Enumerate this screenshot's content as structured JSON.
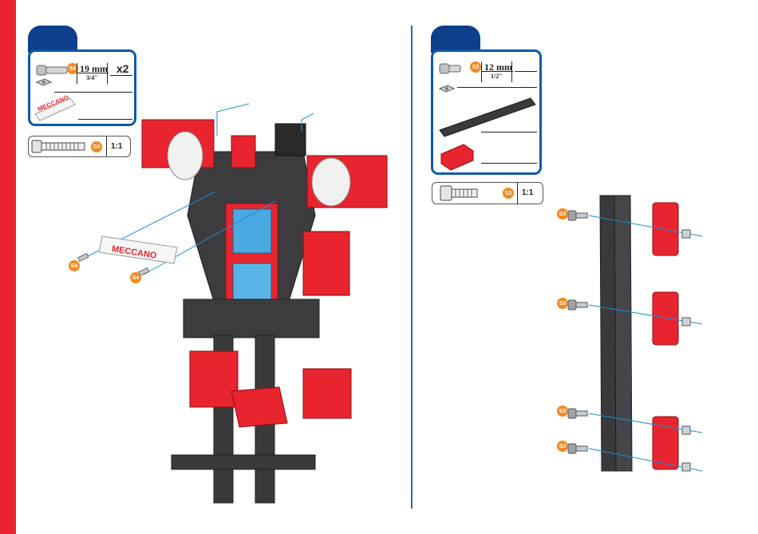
{
  "left": {
    "parts": {
      "bolt_length_mm": "19 mm",
      "bolt_length_in": "3/4\"",
      "quantity": "x2",
      "bolt_code": "S4",
      "nameplate_text": "MECCANO"
    },
    "scale": {
      "code": "S4",
      "label": "1:1"
    },
    "callouts": [
      "S4",
      "S4"
    ]
  },
  "right": {
    "parts": {
      "bolt_length_mm": "12 mm",
      "bolt_length_in": "1/2\"",
      "bolt_code": "S3"
    },
    "scale": {
      "code": "S3",
      "label": "1:1"
    },
    "callouts": [
      "S3",
      "S3",
      "S3",
      "S3"
    ]
  },
  "colors": {
    "brand_red": "#e8252e",
    "accent_blue": "#0e5aa8",
    "tab_navy": "#0e3f8c",
    "badge_orange": "#f08a24"
  }
}
